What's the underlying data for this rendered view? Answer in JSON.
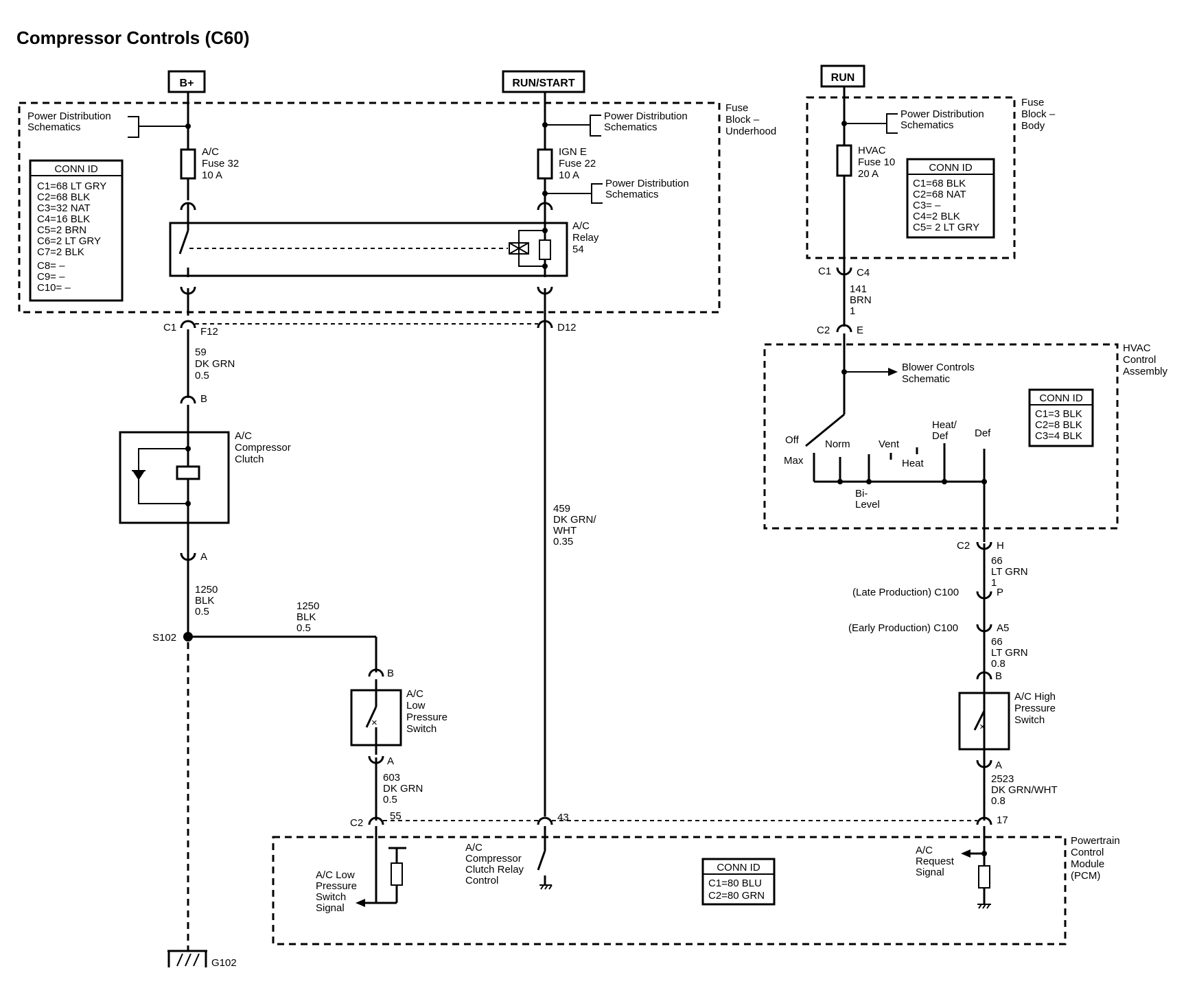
{
  "title": "Compressor Controls (C60)",
  "sources": {
    "bplus": "B+",
    "run_start": "RUN/START",
    "run": "RUN"
  },
  "fuse_block_underhood": {
    "name": [
      "Fuse",
      "Block –",
      "Underhood"
    ],
    "pds_left": [
      "Power Distribution",
      "Schematics"
    ],
    "pds_right_top": [
      "Power Distribution",
      "Schematics"
    ],
    "pds_right_mid": [
      "Power Distribution",
      "Schematics"
    ],
    "fuse_ac": [
      "A/C",
      "Fuse 32",
      "10 A"
    ],
    "fuse_ign": [
      "IGN E",
      "Fuse 22",
      "10 A"
    ],
    "relay": [
      "A/C",
      "Relay",
      "54"
    ],
    "conn_id_title": "CONN ID",
    "conn_id": [
      "C1=68 LT GRY",
      "C2=68 BLK",
      "C3=32 NAT",
      "C4=16 BLK",
      "C5=2 BRN",
      "C6=2 LT GRY",
      "C7=2 BLK",
      "C8= –",
      "C9= –",
      "C10= –"
    ],
    "c1": "C1",
    "f12": "F12",
    "d12": "D12"
  },
  "fuse_block_body": {
    "name": [
      "Fuse",
      "Block –",
      "Body"
    ],
    "pds": [
      "Power Distribution",
      "Schematics"
    ],
    "fuse": [
      "HVAC",
      "Fuse 10",
      "20 A"
    ],
    "conn_id_title": "CONN ID",
    "conn_id": [
      "C1=68 BLK",
      "C2=68 NAT",
      "C3= –",
      "C4=2 BLK",
      "C5= 2 LT GRY"
    ],
    "c1": "C1",
    "c4": "C4"
  },
  "wires": {
    "w141": [
      "141",
      "BRN",
      "1"
    ],
    "w59": [
      "59",
      "DK GRN",
      "0.5"
    ],
    "w1250a": [
      "1250",
      "BLK",
      "0.5"
    ],
    "w1250b": [
      "1250",
      "BLK",
      "0.5"
    ],
    "w459": [
      "459",
      "DK GRN/",
      "WHT",
      "0.35"
    ],
    "w603": [
      "603",
      "DK GRN",
      "0.5"
    ],
    "w66a": [
      "66",
      "LT GRN",
      "1"
    ],
    "w66b": [
      "66",
      "LT GRN",
      "0.8"
    ],
    "w2523": [
      "2523",
      "DK GRN/WHT",
      "0.8"
    ]
  },
  "hvac": {
    "name": [
      "HVAC",
      "Control",
      "Assembly"
    ],
    "c2": "C2",
    "e": "E",
    "blower": [
      "Blower Controls",
      "Schematic"
    ],
    "modes": {
      "off": "Off",
      "max": "Max",
      "norm": "Norm",
      "vent": "Vent",
      "heat": "Heat",
      "heatdef": [
        "Heat/",
        "Def"
      ],
      "def": "Def",
      "bilevel": [
        "Bi-",
        "Level"
      ]
    },
    "conn_id_title": "CONN ID",
    "conn_id": [
      "C1=3 BLK",
      "C2=8 BLK",
      "C3=4 BLK"
    ],
    "c2h": "C2",
    "h": "H"
  },
  "c100": {
    "late": "(Late Production)  C100",
    "p": "P",
    "early": "(Early Production)  C100",
    "a5": "A5"
  },
  "components": {
    "clutch": [
      "A/C",
      "Compressor",
      "Clutch"
    ],
    "clutch_b": "B",
    "clutch_a": "A",
    "low_switch": [
      "A/C",
      "Low",
      "Pressure",
      "Switch"
    ],
    "low_b": "B",
    "low_a": "A",
    "high_switch": [
      "A/C High",
      "Pressure",
      "Switch"
    ],
    "high_b": "B",
    "high_a": "A",
    "s102": "S102",
    "g102": "G102"
  },
  "pcm": {
    "name": [
      "Powertrain",
      "Control",
      "Module",
      "(PCM)"
    ],
    "c2": "C2",
    "p55": "55",
    "p43": "43",
    "p17": "17",
    "low_signal": [
      "A/C Low",
      "Pressure",
      "Switch",
      "Signal"
    ],
    "relay_control": [
      "A/C",
      "Compressor",
      "Clutch Relay",
      "Control"
    ],
    "request": [
      "A/C",
      "Request",
      "Signal"
    ],
    "conn_id_title": "CONN ID",
    "conn_id": [
      "C1=80 BLU",
      "C2=80 GRN"
    ]
  }
}
